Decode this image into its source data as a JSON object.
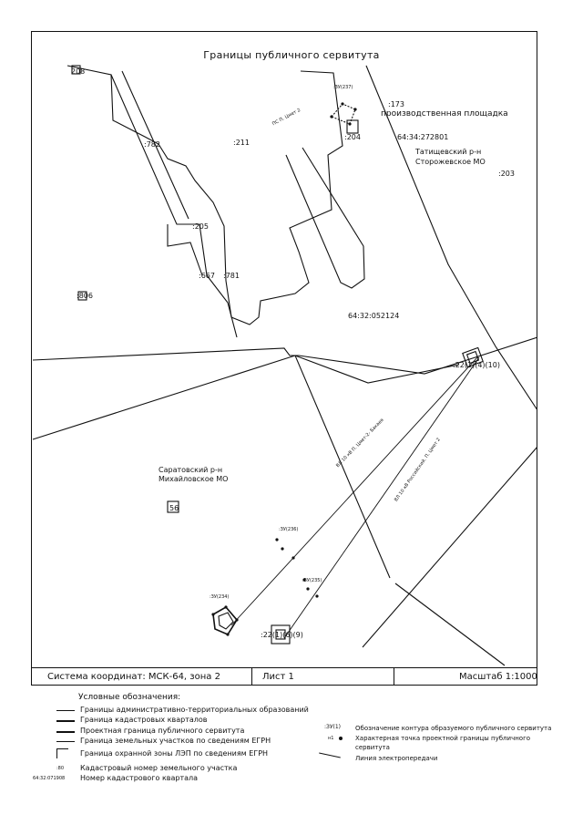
{
  "title": "Границы публичного сервитута",
  "map_labels": {
    "l208": "208",
    "l782": ":782",
    "l211": ":211",
    "l173": ":173",
    "l204": ":204",
    "zu_237": ":ЗУ(237)",
    "production_site": "производственная площадка",
    "quarter_272801": "64:34:272801",
    "tatishchevsky": "Татищевский р-н",
    "storozhevskoe": "Сторожевское МО",
    "l203": ":203",
    "l205": ":205",
    "l667": ":667",
    "l781": ":781",
    "l806": ":806",
    "quarter_052124": "64:32:052124",
    "pole_1": ":22(1)(4)(10)",
    "ps_line": "ПС П. Цмет 2",
    "vl_line_1": "ВЛ 10 кВ П. Цмет-2- Бакаев",
    "vl_line_2": "ВЛ 10 кВ Российский. П. Цмет 2",
    "saratovsky": "Саратовский р-н",
    "mikhaylovskoe": "Михайловское МО",
    "l56": "56",
    "zu_236": ":ЗУ(236)",
    "zu_235": ":ЗУ(235)",
    "zu_234": ":ЗУ(234)",
    "pole_2": ":22(1)(6)(9)"
  },
  "footer": {
    "coords": "Система координат: МСК-64, зона 2",
    "sheet": "Лист 1",
    "scale": "Масштаб 1:1000"
  },
  "legend": {
    "heading": "Условные обозначения:",
    "items": [
      "Границы административно-территориальных образований",
      "Граница кадастровых кварталов",
      "Проектная граница публичного сервитута",
      "Граница земельных участков по сведениям ЕГРН",
      "Граница охранной зоны ЛЭП по сведениям ЕГРН",
      "Кадастровый номер земельного участка",
      "Номер кадастрового квартала"
    ],
    "sample_parcel": ":80",
    "sample_quarter": "64:32:071908",
    "right_items": [
      "Обозначение контура образуемого публичного сервитута",
      "Характерная точка проектной границы публичного сервитута",
      "Линия электропередачи"
    ],
    "sample_contour": ":ЗУ(1)",
    "sample_point": "н1"
  }
}
